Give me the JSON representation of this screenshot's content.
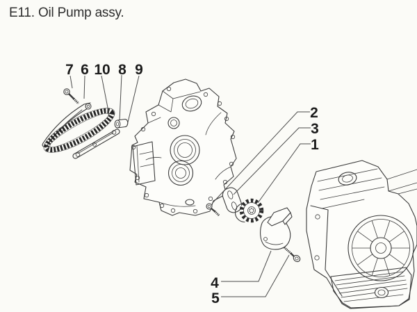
{
  "title": "E11. Oil Pump assy.",
  "colors": {
    "paper": "#fbfbf7",
    "ink": "#3a3a3a",
    "label_ink": "#1b1b1b"
  },
  "callouts": {
    "c1": "1",
    "c2": "2",
    "c3": "3",
    "c4": "4",
    "c5": "5",
    "c6": "6",
    "c7": "7",
    "c8": "8",
    "c9": "9",
    "c10": "10"
  }
}
